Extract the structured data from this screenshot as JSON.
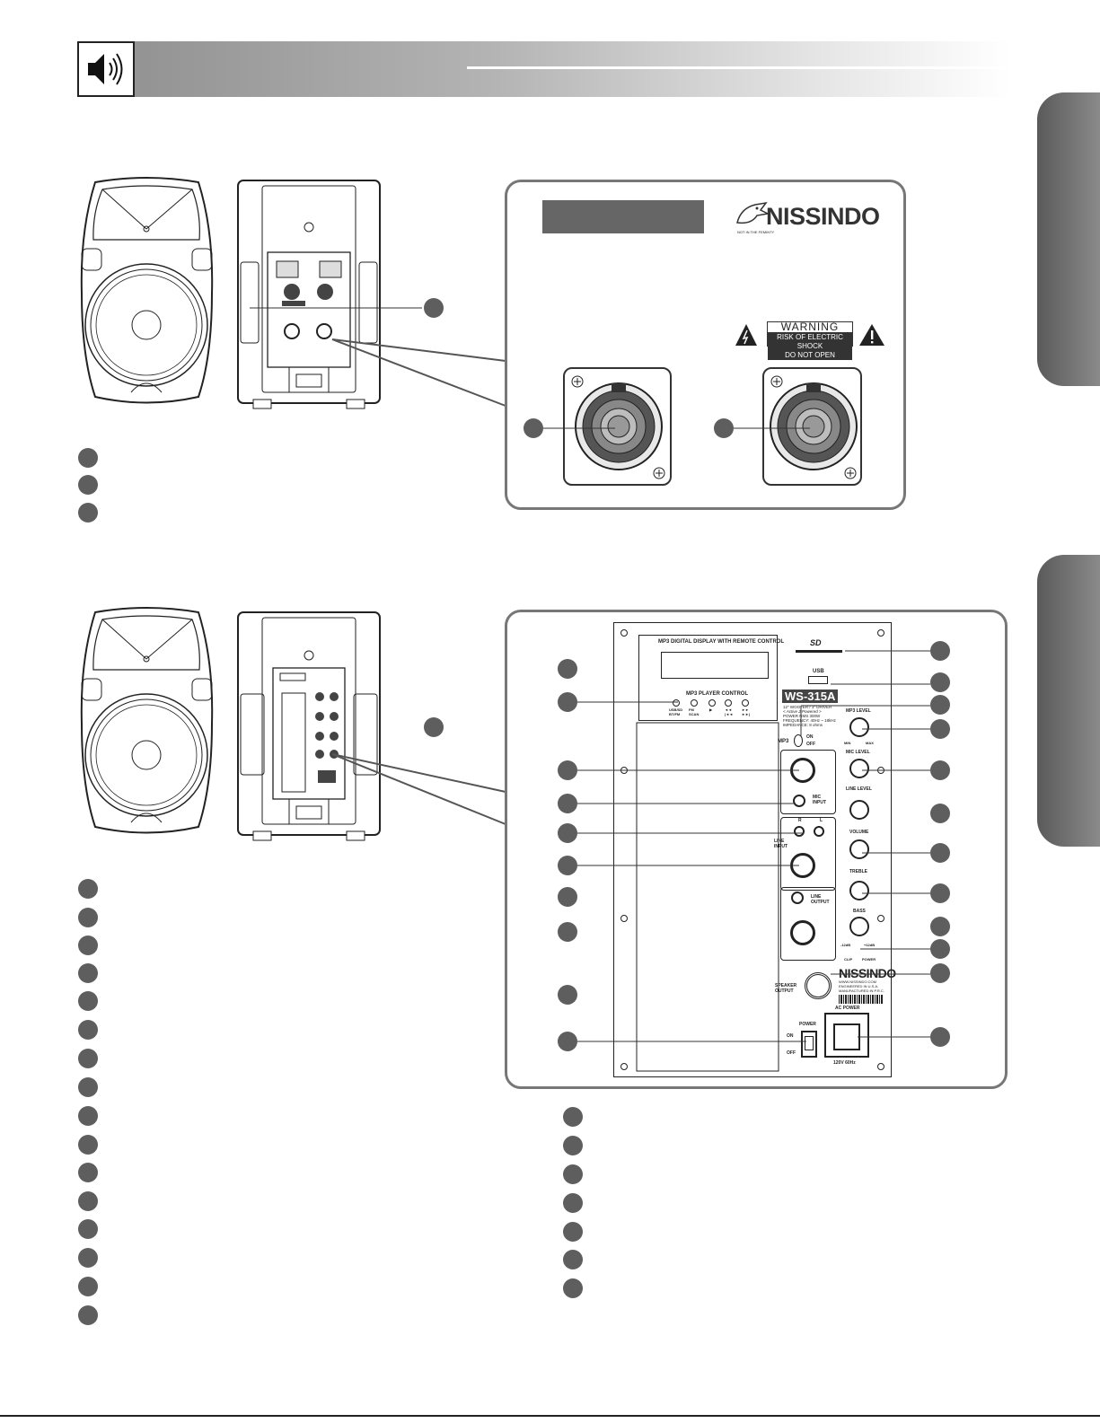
{
  "brand": {
    "logo_text": "NISSINDO",
    "tagline": "NOT IN THE FEMINTY"
  },
  "warning": {
    "title": "WARNING",
    "line1": "RISK OF ELECTRIC SHOCK",
    "line2": "DO NOT OPEN"
  },
  "panel2": {
    "display_title": "MP3 DIGITAL DISPLAY WITH REMOTE CONTROL",
    "player_control_title": "MP3 PLAYER CONTROL",
    "player_buttons": [
      {
        "label": "USB/SD\nBT/FM"
      },
      {
        "label": "FM\nSCAN"
      },
      {
        "label": "▶"
      },
      {
        "label": "◄◄\n|◄◄"
      },
      {
        "label": "►►\n►►|"
      }
    ],
    "sd_label": "SD",
    "usb_label": "USB",
    "model": "WS-315A",
    "specs": [
      "12\" WOOFER / 1\" DRIVER",
      "< Active 2 Powered >",
      "POWER RMS 300W",
      "FREQUENCY: 40Hz ~ 18kHz",
      "IMPEDANCE: 8 ohms"
    ],
    "mp3_switch": {
      "label": "MP3",
      "on": "ON",
      "off": "OFF"
    },
    "mp3_level": "MP3 LEVEL",
    "mic_level": "MIC LEVEL",
    "line_level": "LINE LEVEL",
    "volume": "VOLUME",
    "treble": "TREBLE",
    "bass": "BASS",
    "min": "MIN",
    "max": "MAX",
    "minus12": "-12dB",
    "plus12": "+12dB",
    "mic_input": "MIC\nINPUT",
    "line_input": "LINE\nINPUT",
    "line_r": "R",
    "line_l": "L",
    "line_output": "LINE\nOUTPUT",
    "clip": "CLIP",
    "power_led": "POWER",
    "speaker_output": "SPEAKER\nOUTPUT",
    "ac_power": "AC POWER",
    "power_switch": {
      "title": "POWER",
      "on": "ON",
      "off": "OFF"
    },
    "voltage": "120V 60Hz",
    "nissindo_small": "NISSINDO",
    "made_lines": [
      "WWW.NISSINDO.COM",
      "ENGINEERED IN U.S.A.",
      "MANUFACTURED IN P.R.C."
    ]
  },
  "colors": {
    "header_dark": "#8e8e8e",
    "side_tab": "#6e6e6e",
    "panel_border": "#777777",
    "marker": "#5e5e5e",
    "gray_label": "#666666"
  }
}
